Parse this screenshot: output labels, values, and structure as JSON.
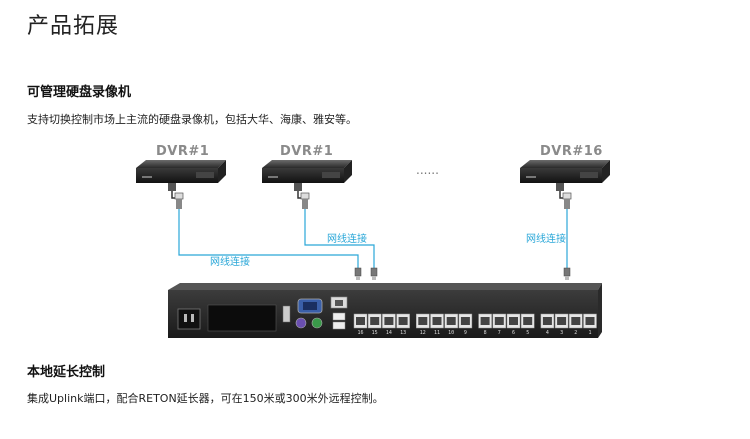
{
  "page": {
    "title": "产品拓展"
  },
  "section1": {
    "title": "可管理硬盘录像机",
    "description": "支持切换控制市场上主流的硬盘录像机，包括大华、海康、雅安等。"
  },
  "diagram": {
    "dvrs": [
      {
        "label": "DVR#1"
      },
      {
        "label": "DVR#1"
      },
      {
        "label": "DVR#16"
      }
    ],
    "ellipsis": "......",
    "cable_labels": [
      "网线连接",
      "网线连接",
      "网线连接"
    ],
    "port_numbers": [
      "16",
      "15",
      "14",
      "13",
      "12",
      "11",
      "10",
      "9",
      "8",
      "7",
      "6",
      "5",
      "4",
      "3",
      "2",
      "1"
    ],
    "cable_color": "#2aa7d8"
  },
  "section2": {
    "title": "本地延长控制",
    "description": "集成Uplink端口，配合RETON延长器，可在150米或300米外远程控制。"
  }
}
